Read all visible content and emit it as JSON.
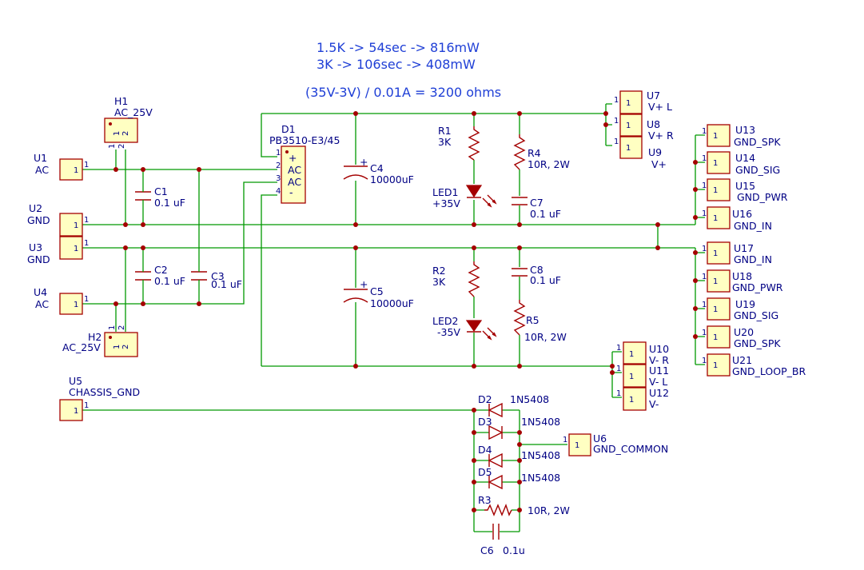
{
  "notes": {
    "line1": "1.5K -> 54sec -> 816mW",
    "line2": "3K -> 106sec -> 408mW",
    "line3": "(35V-3V) / 0.01A = 3200 ohms"
  },
  "connectors": {
    "u1": {
      "ref": "U1",
      "value": "AC",
      "pin": "1"
    },
    "u2": {
      "ref": "U2",
      "value": "GND",
      "pin": "1"
    },
    "u3": {
      "ref": "U3",
      "value": "GND",
      "pin": "1"
    },
    "u4": {
      "ref": "U4",
      "value": "AC",
      "pin": "1"
    },
    "u5": {
      "ref": "U5",
      "value": "CHASSIS_GND",
      "pin": "1"
    },
    "u6": {
      "ref": "U6",
      "value": "GND_COMMON",
      "pin": "1"
    },
    "u7": {
      "ref": "U7",
      "value": "V+ L",
      "pin": "1"
    },
    "u8": {
      "ref": "U8",
      "value": "V+ R",
      "pin": "1"
    },
    "u9": {
      "ref": "U9",
      "value": "V+",
      "pin": "1"
    },
    "u10": {
      "ref": "U10",
      "value": "V- R",
      "pin": "1"
    },
    "u11": {
      "ref": "U11",
      "value": "V- L",
      "pin": "1"
    },
    "u12": {
      "ref": "U12",
      "value": "V-",
      "pin": "1"
    },
    "u13": {
      "ref": "U13",
      "value": "GND_SPK",
      "pin": "1"
    },
    "u14": {
      "ref": "U14",
      "value": "GND_SIG",
      "pin": "1"
    },
    "u15": {
      "ref": "U15",
      "value": "GND_PWR",
      "pin": "1"
    },
    "u16": {
      "ref": "U16",
      "value": "GND_IN",
      "pin": "1"
    },
    "u17": {
      "ref": "U17",
      "value": "GND_IN",
      "pin": "1"
    },
    "u18": {
      "ref": "U18",
      "value": "GND_PWR",
      "pin": "1"
    },
    "u19": {
      "ref": "U19",
      "value": "GND_SIG",
      "pin": "1"
    },
    "u20": {
      "ref": "U20",
      "value": "GND_SPK",
      "pin": "1"
    },
    "u21": {
      "ref": "U21",
      "value": "GND_LOOP_BR",
      "pin": "1"
    }
  },
  "headers": {
    "h1": {
      "ref": "H1",
      "value": "AC_25V",
      "pin1": "1",
      "pin2": "2"
    },
    "h2": {
      "ref": "H2",
      "value": "AC_25V",
      "pin1": "1",
      "pin2": "2"
    }
  },
  "bridge": {
    "ref": "D1",
    "value": "PB3510-E3/45",
    "pins": [
      "1",
      "2",
      "3",
      "4"
    ],
    "plus": "+",
    "ac1": "AC",
    "ac2": "AC",
    "minus": "-"
  },
  "caps": {
    "c1": {
      "ref": "C1",
      "value": "0.1 uF"
    },
    "c2": {
      "ref": "C2",
      "value": "0.1 uF"
    },
    "c3": {
      "ref": "C3",
      "value": "0.1 uF"
    },
    "c4": {
      "ref": "C4",
      "value": "10000uF"
    },
    "c5": {
      "ref": "C5",
      "value": "10000uF"
    },
    "c6": {
      "ref": "C6",
      "value": "0.1u"
    },
    "c7": {
      "ref": "C7",
      "value": "0.1 uF"
    },
    "c8": {
      "ref": "C8",
      "value": "0.1 uF"
    }
  },
  "resistors": {
    "r1": {
      "ref": "R1",
      "value": "3K"
    },
    "r2": {
      "ref": "R2",
      "value": "3K"
    },
    "r3": {
      "ref": "R3",
      "value": "10R, 2W"
    },
    "r4": {
      "ref": "R4",
      "value": "10R, 2W"
    },
    "r5": {
      "ref": "R5",
      "value": "10R, 2W"
    }
  },
  "leds": {
    "led1": {
      "ref": "LED1",
      "value": "+35V"
    },
    "led2": {
      "ref": "LED2",
      "value": "-35V"
    }
  },
  "diodes": {
    "d2": {
      "ref": "D2",
      "value": "1N5408"
    },
    "d3": {
      "ref": "D3",
      "value": "1N5408"
    },
    "d4": {
      "ref": "D4",
      "value": "1N5408"
    },
    "d5": {
      "ref": "D5",
      "value": "1N5408"
    }
  },
  "polarity_plus": "+",
  "colors": {
    "wire": "#009900",
    "symbol": "#a40000",
    "body_fill": "#ffffc2",
    "label": "#000084",
    "note": "#1f3fd6"
  }
}
